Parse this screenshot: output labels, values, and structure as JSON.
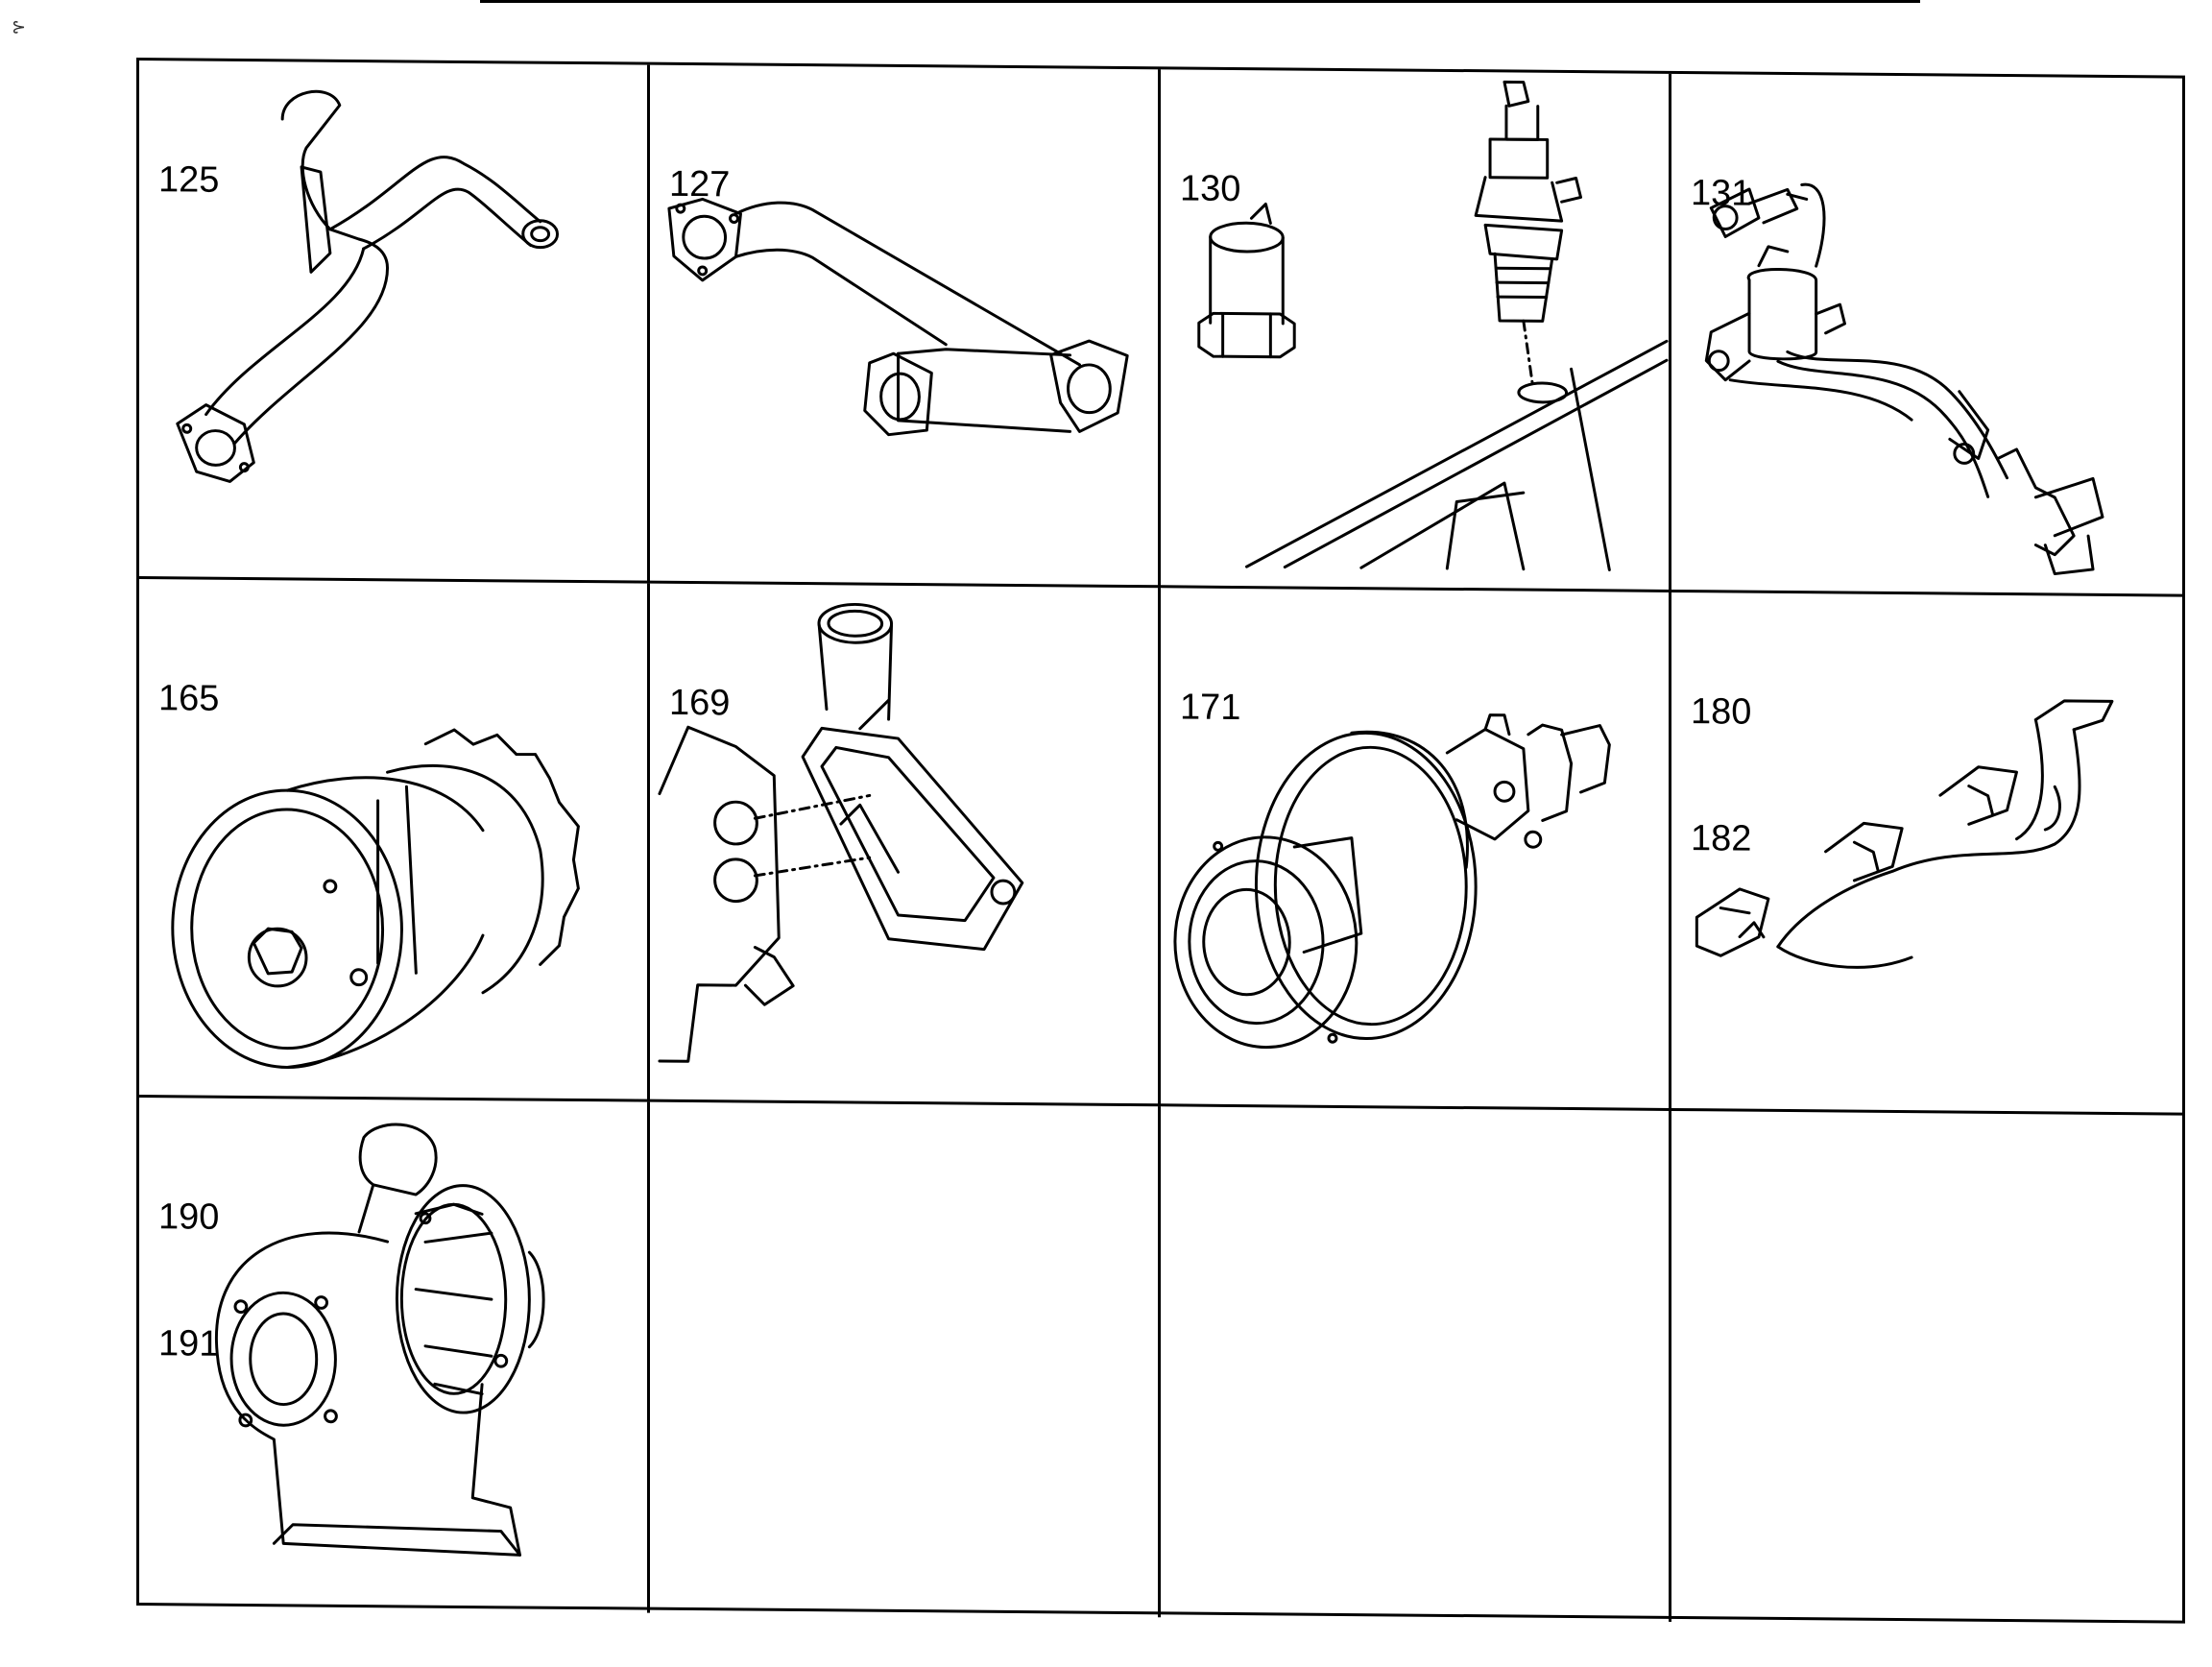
{
  "cells": [
    {
      "labels": [
        "125"
      ],
      "part_icon": "exhaust-pipe-icon"
    },
    {
      "labels": [
        "127"
      ],
      "part_icon": "exhaust-elbow-icon"
    },
    {
      "labels": [
        "130"
      ],
      "part_icon": "injector-icon"
    },
    {
      "labels": [
        "131"
      ],
      "part_icon": "injection-lines-icon"
    },
    {
      "labels": [
        "165"
      ],
      "part_icon": "fan-drive-icon"
    },
    {
      "labels": [
        "169"
      ],
      "part_icon": "thermostat-housing-icon"
    },
    {
      "labels": [
        "171"
      ],
      "part_icon": "water-pump-icon"
    },
    {
      "labels": [
        "180",
        "182"
      ],
      "part_icon": "exhaust-manifold-icon"
    },
    {
      "labels": [
        "190",
        "191"
      ],
      "part_icon": "turbocharger-icon"
    },
    {
      "labels": [],
      "part_icon": ""
    },
    {
      "labels": [],
      "part_icon": ""
    },
    {
      "labels": [],
      "part_icon": ""
    }
  ]
}
